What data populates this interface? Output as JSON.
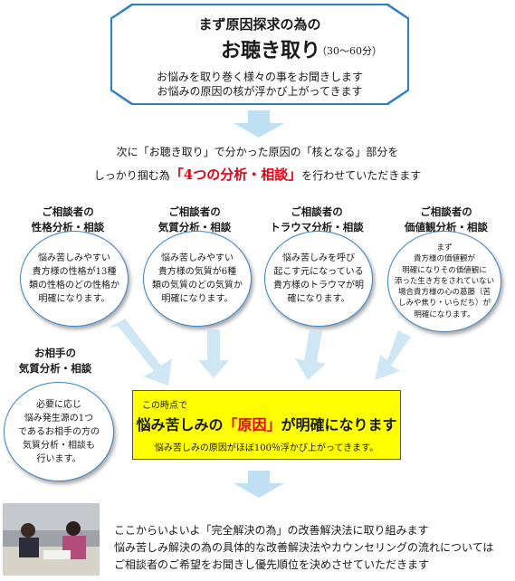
{
  "top": {
    "intro": "まず原因探求の為の",
    "title": "お聴き取り",
    "duration": "（30〜60分）",
    "line1": "お悩みを取り巻く様々の事をお聞きします",
    "line2": "お悩みの原因の核が浮かび上がってきます"
  },
  "mid": {
    "line1": "次に「お聴き取り」で分かった原因の「核となる」部分を",
    "line2_pre": "しっかり掴む為",
    "line2_hl": "「4つの分析・相談」",
    "line2_post": "を行わせていただきます"
  },
  "categories": [
    {
      "l1": "ご相談者の",
      "l2": "性格分析・相談",
      "text": [
        "悩み苦しみやすい",
        "貴方様の性格が13種",
        "類の性格のどの性格か",
        "明確になります。"
      ]
    },
    {
      "l1": "ご相談者の",
      "l2": "気質分析・相談",
      "text": [
        "悩み苦しみやすい",
        "貴方様の気質が6種",
        "類の気質のどの気質か",
        "明確になります。"
      ]
    },
    {
      "l1": "ご相談者の",
      "l2": "トラウマ分析・相談",
      "text": [
        "悩み苦しみを呼び",
        "起こす元になっている",
        "貴方様のトラウマが明",
        "確になります。"
      ]
    },
    {
      "l1": "ご相談者の",
      "l2": "価値観分析・相談",
      "text": [
        "まず",
        "貴方様の価値観が",
        "明確になりその価値観に",
        "添った生き方をされていない",
        "場合貴方様の心の葛藤（苦",
        "しみや焦り・いらだち）が",
        "明確になります。"
      ]
    },
    {
      "l1": "お相手の",
      "l2": "気質分析・相談",
      "text": [
        "必要に応じ",
        "悩み発生源の1つ",
        "であるお相手の方の",
        "気質分析・相談も",
        "行います。"
      ]
    }
  ],
  "result": {
    "small": "この時点で",
    "main_pre": "悩み苦しみの",
    "main_hl": "「原因」",
    "main_post": "が明確になります",
    "sub": "悩み苦しみの原因がほぼ100％浮かび上がってきます。"
  },
  "bottom": {
    "line1": "ここからいよいよ「完全解決の為」の改善解決法に取り組みます",
    "line2": "悩み苦しみ解決の為の具体的な改善解決法やカウンセリングの流れについては",
    "line3": "ご相談者のご希望をお聞きし優先順位を決めさせていただきます"
  },
  "colors": {
    "accent_blue": "#2f7fc6",
    "arrow": "#bfdff2",
    "highlight_red": "#e60012",
    "result_bg": "#ffff00"
  }
}
